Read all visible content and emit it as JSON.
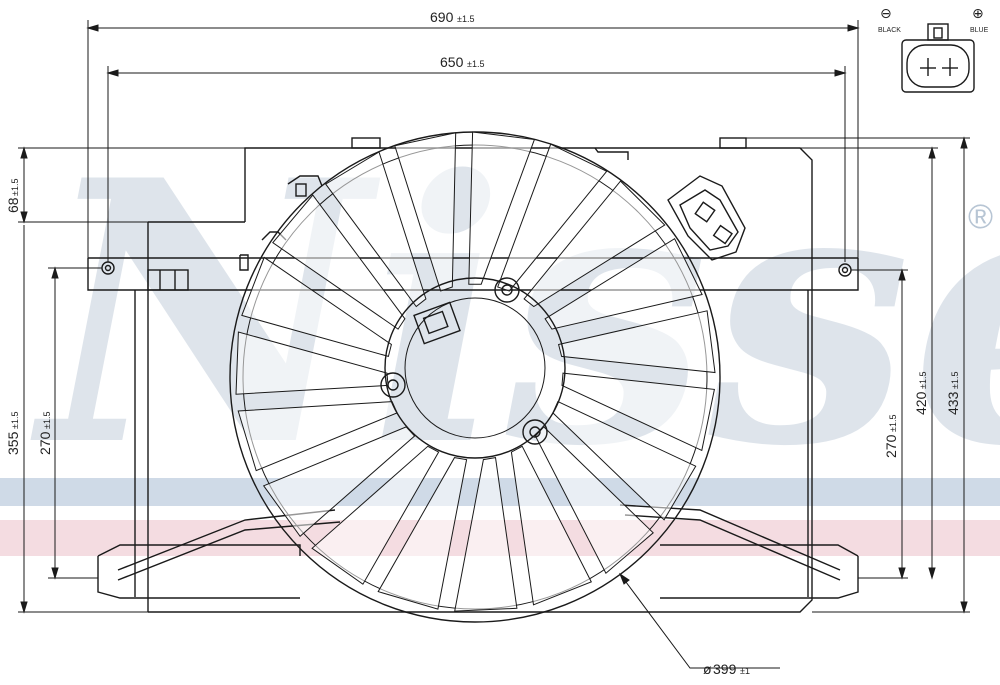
{
  "watermark": {
    "brand": "Nissens",
    "registered_mark": "®"
  },
  "connector": {
    "negative_symbol": "⊖",
    "positive_symbol": "⊕",
    "negative_wire": "BLACK",
    "positive_wire": "BLUE"
  },
  "dimensions": {
    "overall_width": {
      "value": "690",
      "tolerance": "±1.5"
    },
    "mount_width": {
      "value": "650",
      "tolerance": "±1.5"
    },
    "top_offset": {
      "value": "68",
      "tolerance": "±1.5"
    },
    "left_height": {
      "value": "355",
      "tolerance": "±1.5"
    },
    "left_mount_height": {
      "value": "270",
      "tolerance": "±1.5"
    },
    "right_mount_height": {
      "value": "270",
      "tolerance": "±1.5"
    },
    "right_inner_height": {
      "value": "420",
      "tolerance": "±1.5"
    },
    "overall_height": {
      "value": "433",
      "tolerance": "±1.5"
    },
    "fan_diameter": {
      "prefix": "ø",
      "value": "399",
      "tolerance": "±1"
    }
  },
  "fan": {
    "blade_count": 19
  },
  "colors": {
    "watermark": "#b7c5d4",
    "band_blue": "#c7d4e3",
    "band_red": "#f2d6dc",
    "line": "#1a1a1a"
  }
}
